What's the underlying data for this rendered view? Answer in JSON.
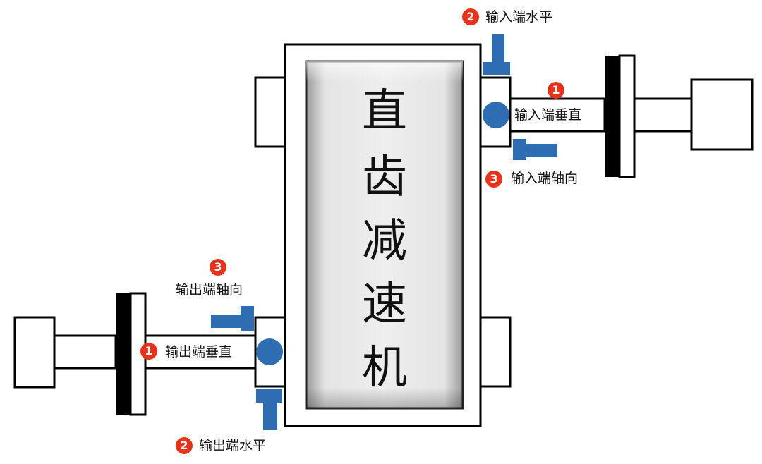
{
  "title_chars": [
    "直",
    "齿",
    "减",
    "速",
    "机"
  ],
  "colors": {
    "badge": "#e8321c",
    "sensor": "#2f6db3",
    "coupling": "#000000",
    "outline": "#000000"
  },
  "input_side": {
    "vertical": {
      "badge": "1",
      "label": "输入端垂直"
    },
    "horizontal": {
      "badge": "2",
      "label": "输入端水平"
    },
    "axial": {
      "badge": "3",
      "label": "输入端轴向"
    }
  },
  "output_side": {
    "vertical": {
      "badge": "1",
      "label": "输出端垂直"
    },
    "horizontal": {
      "badge": "2",
      "label": "输出端水平"
    },
    "axial": {
      "badge": "3",
      "label": "输出端轴向"
    }
  }
}
